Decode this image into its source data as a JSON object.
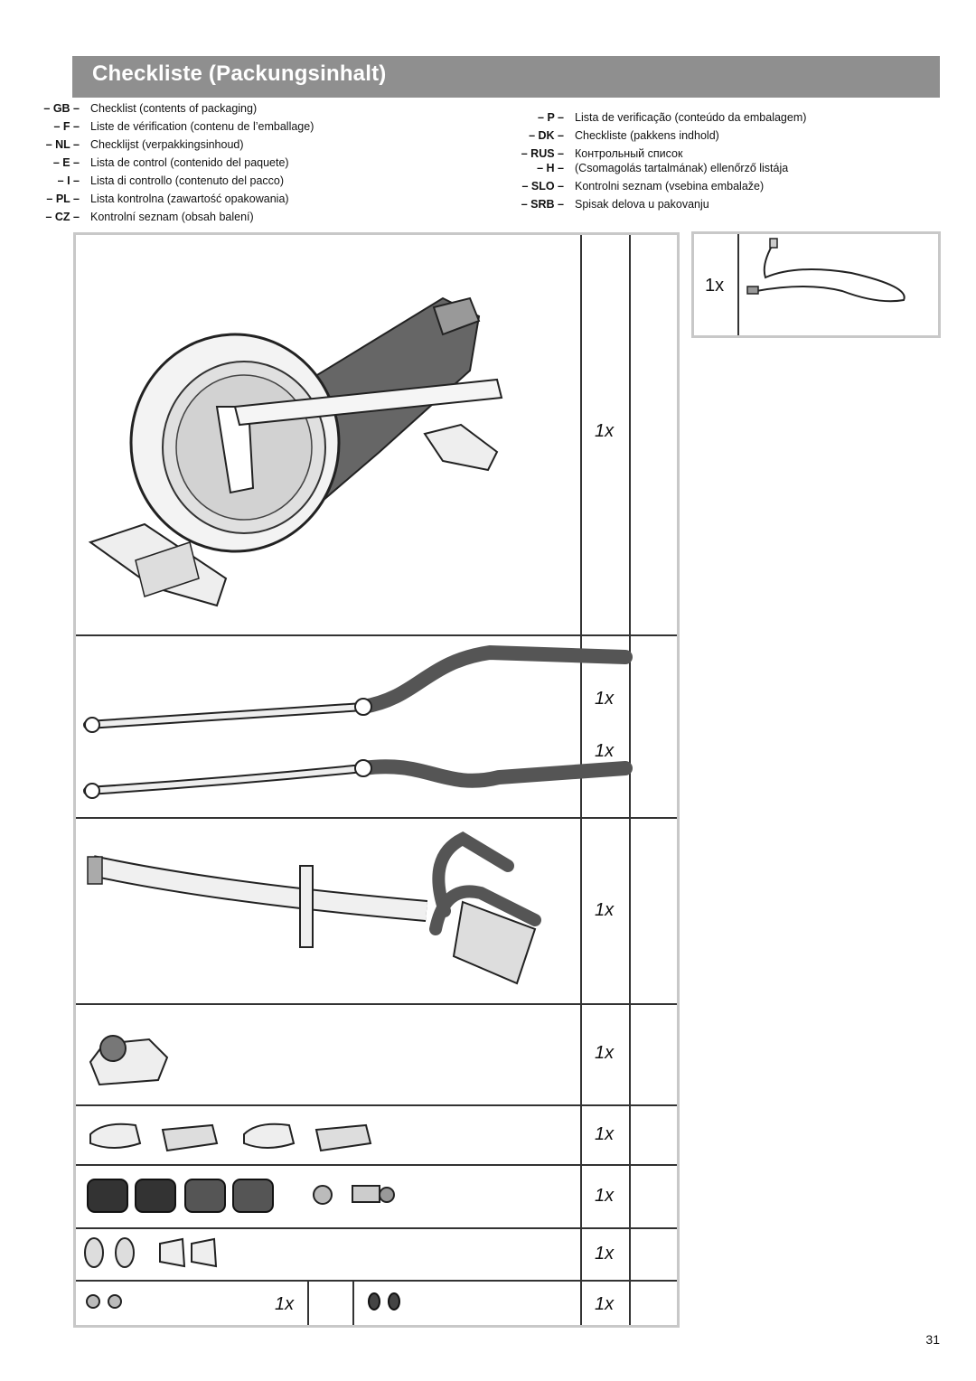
{
  "header": {
    "title": "Checkliste (Packungsinhalt)"
  },
  "languages_left": [
    {
      "code": "– GB –",
      "text": "Checklist (contents of packaging)"
    },
    {
      "code": "– F –",
      "text": "Liste de vérification (contenu de l’emballage)"
    },
    {
      "code": "– NL –",
      "text": "Checklijst (verpakkingsinhoud)"
    },
    {
      "code": "– E –",
      "text": "Lista de control (contenido del paquete)"
    },
    {
      "code": "– I –",
      "text": "Lista di controllo (contenuto del pacco)"
    },
    {
      "code": "– PL –",
      "text": "Lista kontrolna (zawartość opakowania)"
    },
    {
      "code": "– CZ –",
      "text": "Kontrolní seznam (obsah balení)"
    }
  ],
  "languages_right": [
    {
      "code": "– P –",
      "text": "Lista de verificação (conteúdo da embalagem)"
    },
    {
      "code": "– DK –",
      "text": "Checkliste (pakkens indhold)"
    },
    {
      "code": "– RUS –",
      "text": "Контрольный список"
    },
    {
      "code": "– H –",
      "text": "(Csomagolás tartalmának) ellenőrző listája"
    },
    {
      "code": "– SLO –",
      "text": "Kontrolni seznam (vsebina embalaže)"
    },
    {
      "code": "– SRB –",
      "text": "Spisak delova u pakovanju"
    }
  ],
  "parts": {
    "cable_qty": "1x",
    "frame_qty": "1x",
    "arm_left_qty": "1x",
    "arm_right_qty": "1x",
    "handlebar_qty": "1x",
    "cover_qty": "1x",
    "caps_qty": "1x",
    "blocks_qty": "1x",
    "washers_qty": "1x",
    "small_parts_a_qty": "1x",
    "small_parts_b_qty": "1x"
  },
  "footer": {
    "page_number": "31"
  },
  "colors": {
    "banner": "#8f8f8f",
    "panel_border": "#c8c8c8"
  }
}
